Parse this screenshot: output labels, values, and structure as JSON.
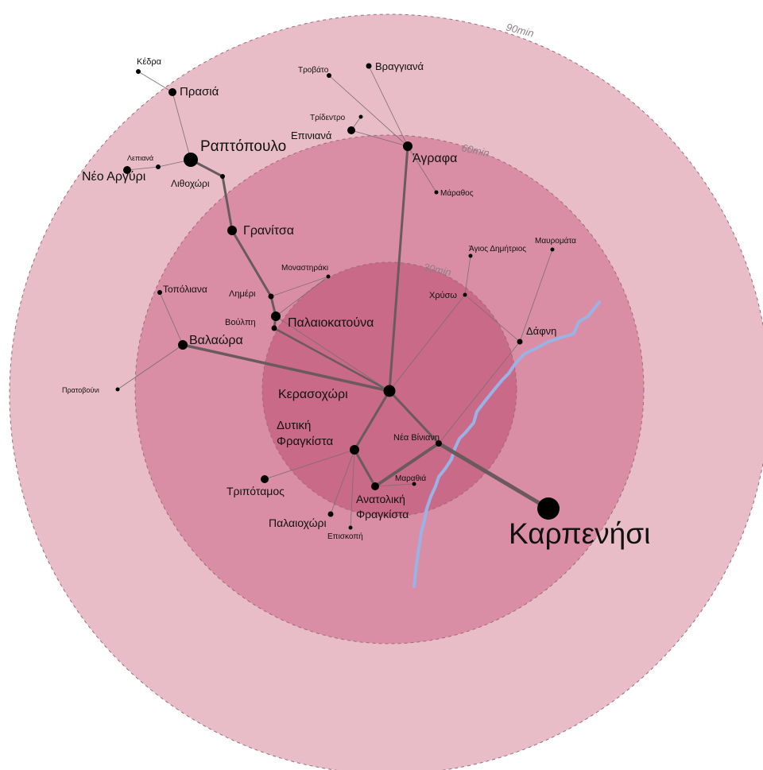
{
  "colors": {
    "ring_outer": "#e9bdc8",
    "ring_middle": "#d98ea6",
    "ring_inner": "#c96a88",
    "river": "#9ab2e4"
  },
  "rings": [
    {
      "id": "90",
      "label": "90min"
    },
    {
      "id": "60",
      "label": "60min"
    },
    {
      "id": "30",
      "label": "30min"
    }
  ],
  "places": [
    {
      "id": "kedra",
      "name": "Κέδρα"
    },
    {
      "id": "prasia",
      "name": "Πρασιά"
    },
    {
      "id": "raptopoulo",
      "name": "Ραπτόπουλο"
    },
    {
      "id": "lepiana",
      "name": "Λεπιανά"
    },
    {
      "id": "neo-arguri",
      "name": "Νέο Αργύρι"
    },
    {
      "id": "lithochori",
      "name": "Λιθοχώρι"
    },
    {
      "id": "granitsa",
      "name": "Γρανίτσα"
    },
    {
      "id": "trovato",
      "name": "Τροβάτο"
    },
    {
      "id": "vraggiana",
      "name": "Βραγγιανά"
    },
    {
      "id": "tridentro",
      "name": "Τρίδεντρο"
    },
    {
      "id": "epiniana",
      "name": "Επινιανά"
    },
    {
      "id": "agrafa",
      "name": "Άγραφα"
    },
    {
      "id": "marathos",
      "name": "Μάραθος"
    },
    {
      "id": "agios-dimitrios",
      "name": "Άγιος Δημήτριος"
    },
    {
      "id": "mavromata",
      "name": "Μαυρομάτα"
    },
    {
      "id": "monastiraki",
      "name": "Μοναστηράκι"
    },
    {
      "id": "topoliana",
      "name": "Τοπόλιανα"
    },
    {
      "id": "limeri",
      "name": "Λημέρι"
    },
    {
      "id": "vouli",
      "name": "Βούλπη"
    },
    {
      "id": "palaiokatouna",
      "name": "Παλαιοκατούνα"
    },
    {
      "id": "valaora",
      "name": "Βαλαώρα"
    },
    {
      "id": "chryso",
      "name": "Χρύσω"
    },
    {
      "id": "dafni",
      "name": "Δάφνη"
    },
    {
      "id": "pratovouni",
      "name": "Πρατοβούνι"
    },
    {
      "id": "kerasochori",
      "name": "Κερασοχώρι"
    },
    {
      "id": "dytiki-fragkista",
      "name": "Δυτική\nΦραγκίστα"
    },
    {
      "id": "nea-viniani",
      "name": "Νέα Βίνιανη"
    },
    {
      "id": "marathia",
      "name": "Μαραθιά"
    },
    {
      "id": "tripotamos",
      "name": "Τριπόταμος"
    },
    {
      "id": "anatoliki-fragkista",
      "name": "Ανατολική\nΦραγκίστα"
    },
    {
      "id": "palaiochori",
      "name": "Παλαιοχώρι"
    },
    {
      "id": "episkopi",
      "name": "Επισκοπή"
    },
    {
      "id": "karpenisi",
      "name": "Καρπενήσι"
    }
  ]
}
